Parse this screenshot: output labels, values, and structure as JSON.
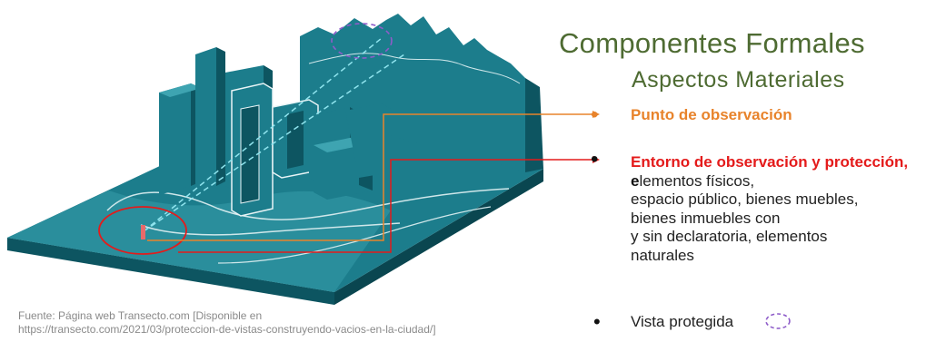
{
  "slide": {
    "title": "Componentes Formales",
    "subtitle": "Aspectos Materiales",
    "bullets": {
      "observation_point": "Punto de observación",
      "environment_red": "Entorno de observación y protección,",
      "environment_bold_letter": "e",
      "environment_rest": "lementos físicos,",
      "environment_lines": [
        "espacio público, bienes muebles,",
        "bienes inmuebles con",
        "y sin declaratoria, elementos",
        "naturales"
      ],
      "protected_view": "Vista protegida"
    },
    "source_line1": "Fuente: Página web Transecto.com [Disponible en",
    "source_line2": "https://transecto.com/2021/03/proteccion-de-vistas-construyendo-vacios-en-la-ciudad/]"
  },
  "colors": {
    "title_green": "#4e6b32",
    "orange": "#e8832b",
    "red": "#e41b1b",
    "teal": "#1c7d8c",
    "teal_dark": "#0d5561",
    "purple_dashed": "#8e5cc9"
  },
  "icons": {
    "bullet": "filled-circle",
    "protected_view": "dashed-ellipse-icon"
  }
}
